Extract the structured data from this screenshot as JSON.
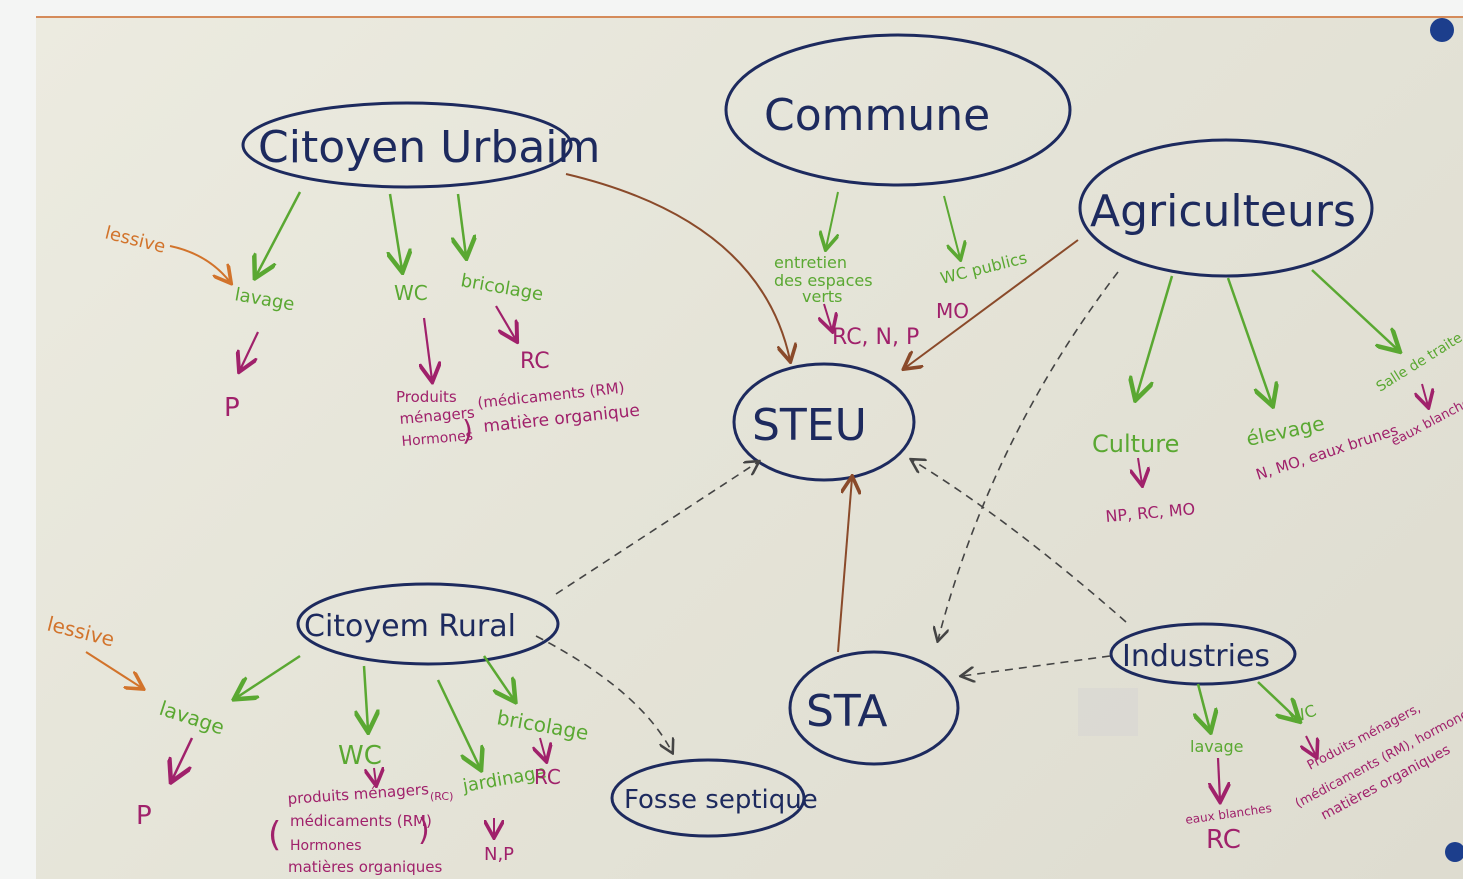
{
  "nodes": {
    "citoyen_urbain": "Citoyen Urbaim",
    "commune": "Commune",
    "agriculteurs": "Agriculteurs",
    "steu": "STEU",
    "citoyen_rural": "Citoyem Rural",
    "sta": "STA",
    "industries": "Industries",
    "fosse": "Fosse septique"
  },
  "urbain": {
    "lessive": "lessive",
    "lavage": "lavage",
    "wc": "WC",
    "bricolage": "bricolage",
    "p": "P",
    "rc": "RC",
    "produits": "Produits",
    "menagers": "ménagers",
    "medicaments": "(médicaments (RM)",
    "hormones": "Hormones",
    "matiere": "matière organique"
  },
  "commune": {
    "entretien1": "entretien",
    "entretien2": "des espaces",
    "entretien3": "verts",
    "wc_publics": "WC publics",
    "rcnp": "RC, N, P",
    "mo": "MO"
  },
  "agri": {
    "culture": "Culture",
    "elevage": "élevage",
    "salle": "Salle de traite",
    "culture_out": "NP, RC, MO",
    "elevage_out": "N, MO, eaux brunes",
    "salle_out": "eaux blanches"
  },
  "rural": {
    "lessive": "lessive",
    "lavage": "lavage",
    "wc": "WC",
    "jardinage": "jardinage",
    "bricolage": "bricolage",
    "p": "P",
    "rc": "RC",
    "np": "N,P",
    "produits": "produits ménagers",
    "rc_tag": "(RC)",
    "medicaments": "médicaments (RM)",
    "hormones": "Hormones",
    "matieres": "matières organiques"
  },
  "industries": {
    "lavage": "lavage",
    "wc": "WC",
    "eaux": "eaux blanches",
    "rc": "RC",
    "prod1": "Produits ménagers,",
    "prod2": "(médicaments (RM), hormones)",
    "prod3": "matières organiques"
  },
  "colors": {
    "ink": "#1d2a5e",
    "green": "#5aa832",
    "magenta": "#a0216b",
    "orange": "#d2732b",
    "brown": "#8a4a2a"
  }
}
